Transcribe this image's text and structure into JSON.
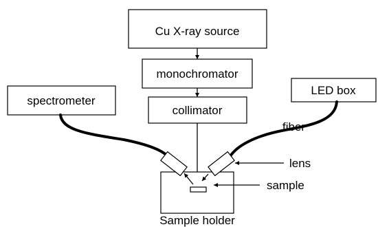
{
  "diagram": {
    "xray_source": "Cu X-ray source",
    "monochromator": "monochromator",
    "collimator": "collimator",
    "spectrometer": "spectrometer",
    "led_box": "LED box",
    "fiber": "fiber",
    "lens": "lens",
    "sample": "sample",
    "sample_holder": "Sample holder"
  }
}
